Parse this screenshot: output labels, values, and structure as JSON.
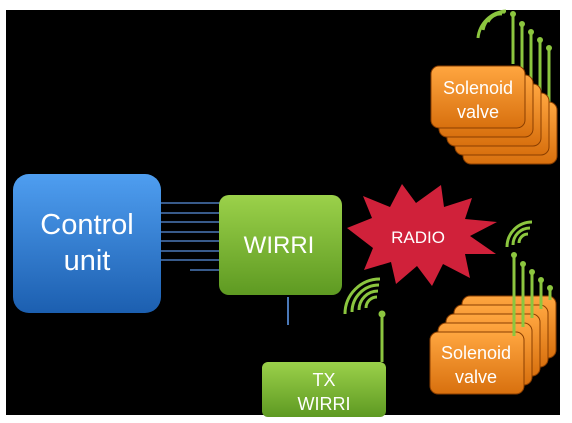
{
  "nodes": {
    "control_unit": {
      "line1": "Control",
      "line2": "unit"
    },
    "wirri": {
      "label": "WIRRI"
    },
    "radio": {
      "label": "RADIO"
    },
    "tx_wirri": {
      "line1": "TX",
      "line2": "WIRRI"
    },
    "solenoid_top": {
      "line1": "Solenoid",
      "line2": "valve"
    },
    "solenoid_bottom": {
      "line1": "Solenoid",
      "line2": "valve"
    }
  },
  "colors": {
    "background": "#000000",
    "control_unit": "#2f7fd6",
    "wirri": "#7bb433",
    "radio_burst": "#d0213a",
    "solenoid": "#f08a22",
    "antenna": "#8cc63f",
    "wires": "#4a78b8"
  },
  "icons": [
    "antenna-icon",
    "radio-waves-icon",
    "radio-burst-icon"
  ]
}
